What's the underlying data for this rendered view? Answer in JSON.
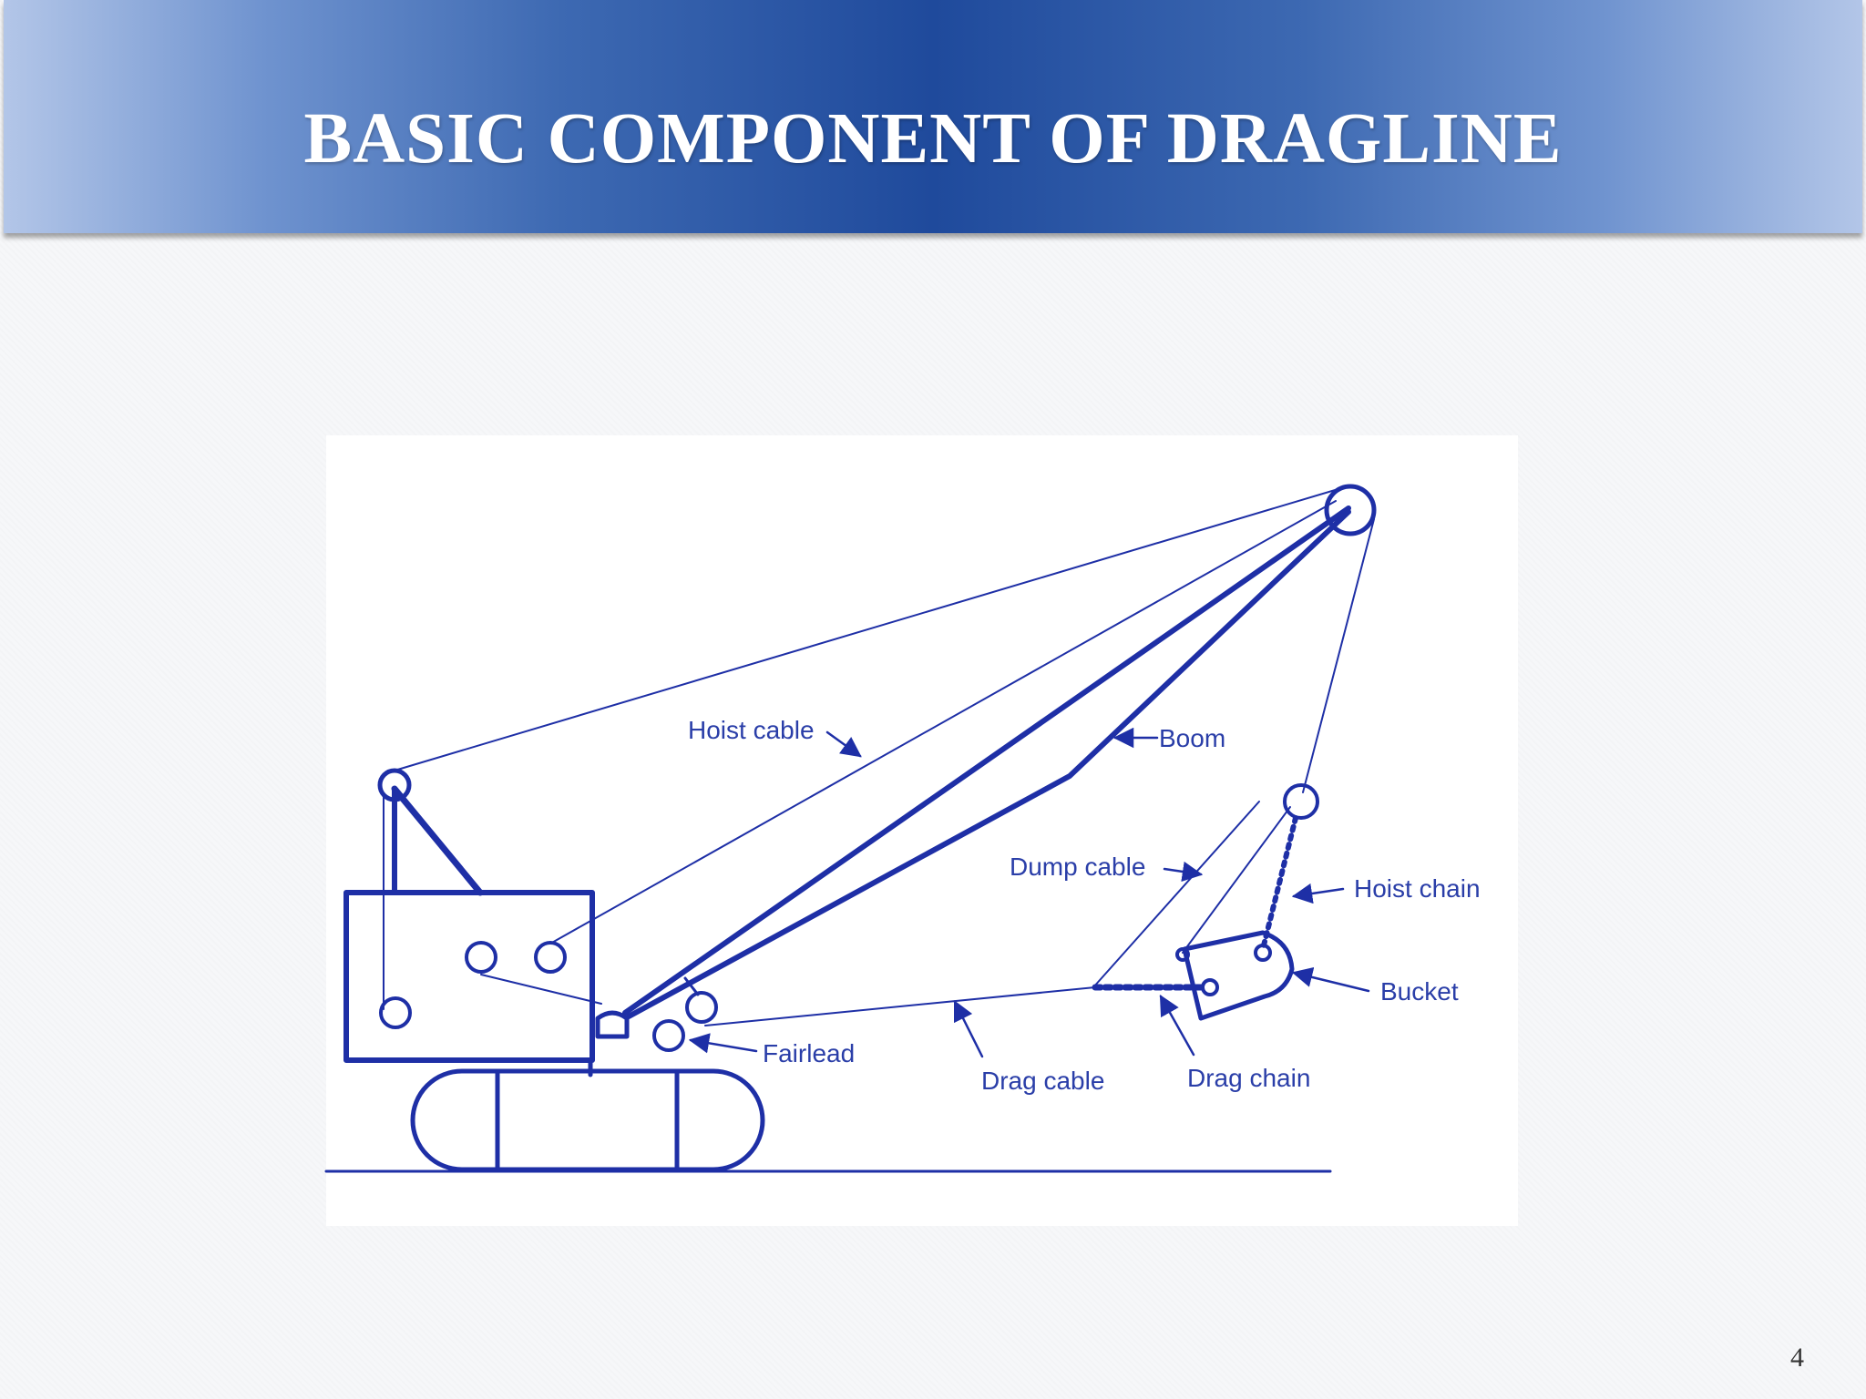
{
  "slide": {
    "title": "BASIC COMPONENT OF DRAGLINE",
    "page_number": "4"
  },
  "diagram": {
    "colors": {
      "line": "#1e2fa6",
      "label": "#2a3ea8",
      "banner": "#1f4a9c"
    },
    "labels": {
      "hoist_cable": "Hoist cable",
      "boom": "Boom",
      "dump_cable": "Dump cable",
      "hoist_chain": "Hoist chain",
      "bucket": "Bucket",
      "fairlead": "Fairlead",
      "drag_cable": "Drag cable",
      "drag_chain": "Drag chain"
    }
  }
}
